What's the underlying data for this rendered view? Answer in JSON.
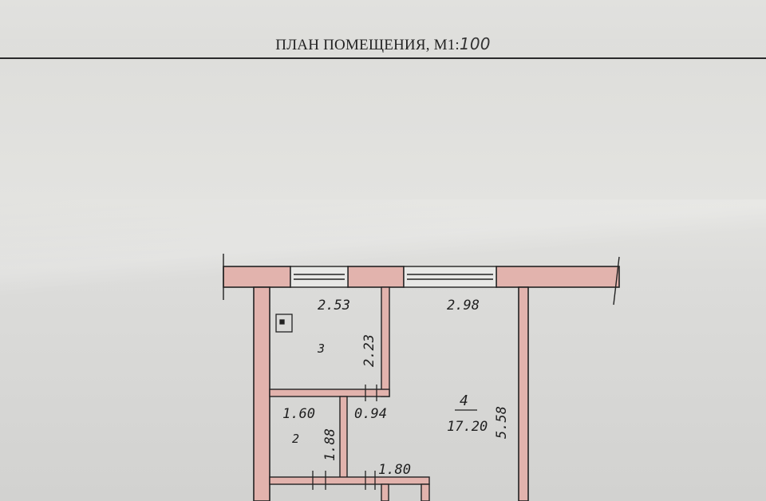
{
  "header": {
    "title_prefix": "ПЛАН ПОМЕЩЕНИЯ, М1:",
    "scale_value": "100"
  },
  "plan": {
    "dimensions": {
      "room3_width": "2.53",
      "room3_depth": "2.23",
      "room4_width": "2.98",
      "room4_depth": "5.58",
      "room2_width": "1.60",
      "room2_depth": "1.88",
      "corridor_width": "0.94",
      "corridor_lower": "1.80"
    },
    "rooms": {
      "room3_number": "3",
      "room2_number": "2",
      "room4_number": "4",
      "room4_area": "17.20"
    }
  },
  "colors": {
    "wall_fill": "#e2b3ad",
    "line": "#222222",
    "paper": "#dddddb"
  }
}
